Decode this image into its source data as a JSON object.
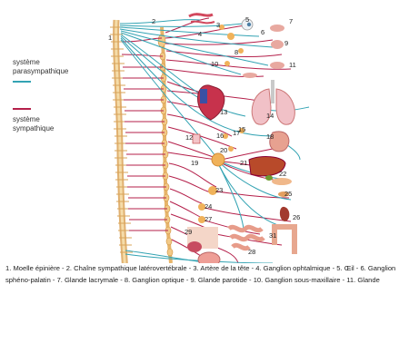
{
  "legend": {
    "parasympathetic_line1": "système",
    "parasympathetic_line2": "parasympathique",
    "parasympathetic_color": "#33a3b3",
    "sympathetic_line1": "système",
    "sympathetic_line2": "sympathique",
    "sympathetic_color": "#b41f4a"
  },
  "labels": [
    "1",
    "2",
    "3",
    "4",
    "5",
    "6",
    "7",
    "8",
    "9",
    "10",
    "11",
    "12",
    "13",
    "14",
    "15",
    "16",
    "17",
    "18",
    "19",
    "20",
    "21",
    "22",
    "23",
    "24",
    "25",
    "26",
    "27",
    "28",
    "29",
    "30",
    "31"
  ],
  "caption": "1. Moelle épinière - 2. Chaîne sympathique latérovertébrale - 3. Artère de la tête - 4. Ganglion ophtalmique - 5. Œil - 6. Ganglion sphéno-palatin - 7. Glande lacrymale - 8. Ganglion optique - 9. Glande parotide - 10. Ganglion sous-maxillaire - 11. Glande"
}
